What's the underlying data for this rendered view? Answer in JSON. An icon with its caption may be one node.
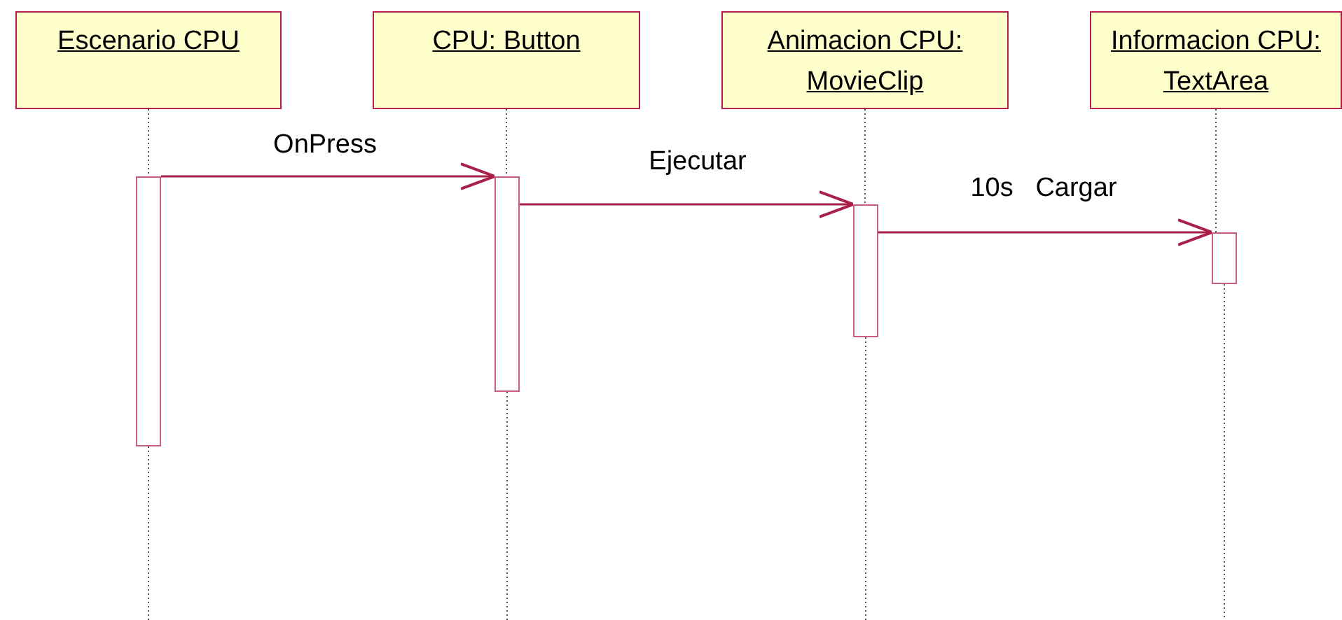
{
  "diagram": {
    "nodes": [
      {
        "text": [
          "Escenario CPU"
        ]
      },
      {
        "text": [
          "CPU: Button"
        ]
      },
      {
        "text": [
          "Animacion CPU: MovieClip"
        ]
      },
      {
        "text": [
          "Informacion CPU: TextArea"
        ]
      },
      {
        "text": [],
        "shape": "bar"
      },
      {
        "text": [],
        "shape": "bar"
      },
      {
        "text": [],
        "shape": "bar"
      },
      {
        "text": [],
        "shape": "bar"
      }
    ],
    "edges": [
      {
        "from": 0,
        "to": 4,
        "arrow": "none",
        "style": "dashed"
      },
      {
        "from": 1,
        "to": 5,
        "arrow": "none",
        "style": "dashed"
      },
      {
        "from": 2,
        "to": 6,
        "arrow": "none",
        "style": "dashed"
      },
      {
        "from": 3,
        "to": 7,
        "arrow": "none",
        "style": "dashed"
      },
      {
        "from": 4,
        "to": 5,
        "arrow": "to",
        "label": "OnPress"
      },
      {
        "from": 5,
        "to": 6,
        "arrow": "to",
        "label": "Ejecutar"
      },
      {
        "from": 6,
        "to": 7,
        "arrow": "to",
        "label": "10s   Cargar"
      }
    ]
  }
}
